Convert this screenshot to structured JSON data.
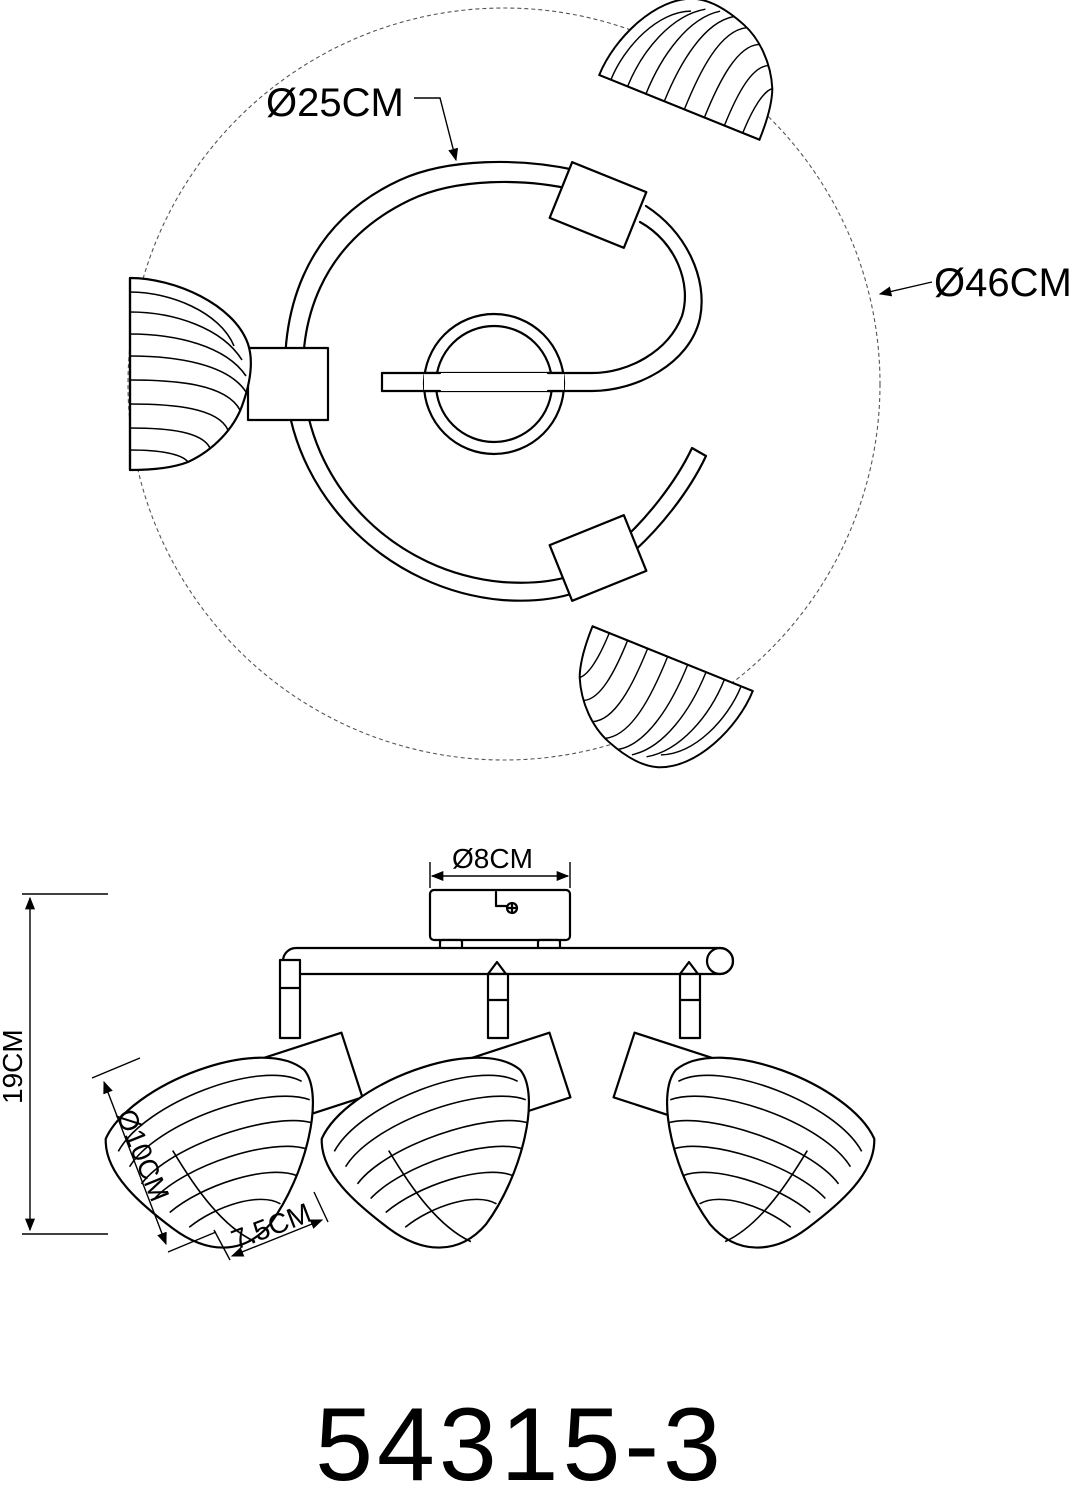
{
  "dimensions": {
    "outer_diameter": "Ø46CM",
    "ring_diameter": "Ø25CM",
    "canopy_diameter": "Ø8CM",
    "height": "19CM",
    "shade_diameter": "Ø10CM",
    "shade_depth": "7.5CM"
  },
  "model_number": "54315-3"
}
